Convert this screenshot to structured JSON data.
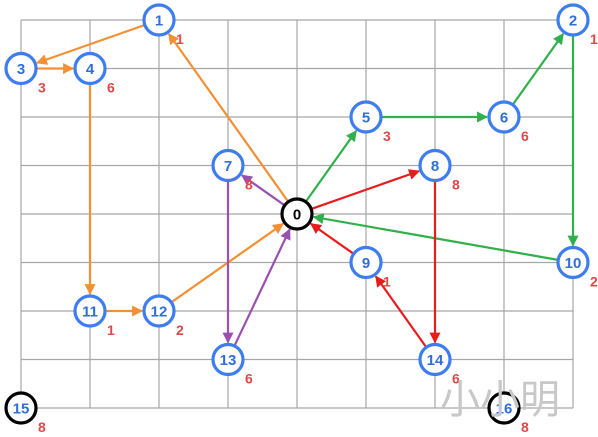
{
  "colors": {
    "grid": "#a6a6a6",
    "node_stroke": "#3d7df0",
    "depot_stroke": "#000000",
    "node_fill": "#ffffff",
    "node_text": "#2f6fd6",
    "depot_text": "#2f6fd6",
    "center_text": "#000000",
    "weight_text": "#e04848",
    "route_orange": "#f39036",
    "route_green": "#2fb04a",
    "route_red": "#e81c1c",
    "route_purple": "#9b4fb0",
    "watermark": "#c8c8c8"
  },
  "nodes": [
    {
      "id": "0",
      "label": "0",
      "weight": "",
      "col": 0,
      "row": 0,
      "kind": "center"
    },
    {
      "id": "1",
      "label": "1",
      "weight": "1",
      "col": -2,
      "row": 4,
      "kind": "customer"
    },
    {
      "id": "2",
      "label": "2",
      "weight": "1",
      "col": 4,
      "row": 4,
      "kind": "customer"
    },
    {
      "id": "3",
      "label": "3",
      "weight": "3",
      "col": -4,
      "row": 3,
      "kind": "customer"
    },
    {
      "id": "4",
      "label": "4",
      "weight": "6",
      "col": -3,
      "row": 3,
      "kind": "customer"
    },
    {
      "id": "5",
      "label": "5",
      "weight": "3",
      "col": 1,
      "row": 2,
      "kind": "customer"
    },
    {
      "id": "6",
      "label": "6",
      "weight": "6",
      "col": 3,
      "row": 2,
      "kind": "customer"
    },
    {
      "id": "7",
      "label": "7",
      "weight": "8",
      "col": -1,
      "row": 1,
      "kind": "customer"
    },
    {
      "id": "8",
      "label": "8",
      "weight": "8",
      "col": 2,
      "row": 1,
      "kind": "customer"
    },
    {
      "id": "9",
      "label": "9",
      "weight": "1",
      "col": 1,
      "row": -1,
      "kind": "customer"
    },
    {
      "id": "10",
      "label": "10",
      "weight": "2",
      "col": 4,
      "row": -1,
      "kind": "customer"
    },
    {
      "id": "11",
      "label": "11",
      "weight": "1",
      "col": -3,
      "row": -2,
      "kind": "customer"
    },
    {
      "id": "12",
      "label": "12",
      "weight": "2",
      "col": -2,
      "row": -2,
      "kind": "customer"
    },
    {
      "id": "13",
      "label": "13",
      "weight": "6",
      "col": -1,
      "row": -3,
      "kind": "customer"
    },
    {
      "id": "14",
      "label": "14",
      "weight": "6",
      "col": 2,
      "row": -3,
      "kind": "customer"
    },
    {
      "id": "15",
      "label": "15",
      "weight": "8",
      "col": -4,
      "row": -4,
      "kind": "depot"
    },
    {
      "id": "16",
      "label": "16",
      "weight": "8",
      "col": 3,
      "row": -4,
      "kind": "depot"
    }
  ],
  "edges": [
    {
      "from": "0",
      "to": "1",
      "color": "route_orange"
    },
    {
      "from": "1",
      "to": "3",
      "color": "route_orange"
    },
    {
      "from": "3",
      "to": "4",
      "color": "route_orange"
    },
    {
      "from": "4",
      "to": "11",
      "color": "route_orange"
    },
    {
      "from": "11",
      "to": "12",
      "color": "route_orange"
    },
    {
      "from": "12",
      "to": "0",
      "color": "route_orange"
    },
    {
      "from": "0",
      "to": "5",
      "color": "route_green"
    },
    {
      "from": "5",
      "to": "6",
      "color": "route_green"
    },
    {
      "from": "6",
      "to": "2",
      "color": "route_green"
    },
    {
      "from": "2",
      "to": "10",
      "color": "route_green"
    },
    {
      "from": "10",
      "to": "0",
      "color": "route_green"
    },
    {
      "from": "0",
      "to": "8",
      "color": "route_red"
    },
    {
      "from": "8",
      "to": "14",
      "color": "route_red"
    },
    {
      "from": "14",
      "to": "9",
      "color": "route_red"
    },
    {
      "from": "9",
      "to": "0",
      "color": "route_red"
    },
    {
      "from": "0",
      "to": "7",
      "color": "route_purple"
    },
    {
      "from": "7",
      "to": "13",
      "color": "route_purple"
    },
    {
      "from": "13",
      "to": "0",
      "color": "route_purple"
    }
  ],
  "watermark": "小小明"
}
